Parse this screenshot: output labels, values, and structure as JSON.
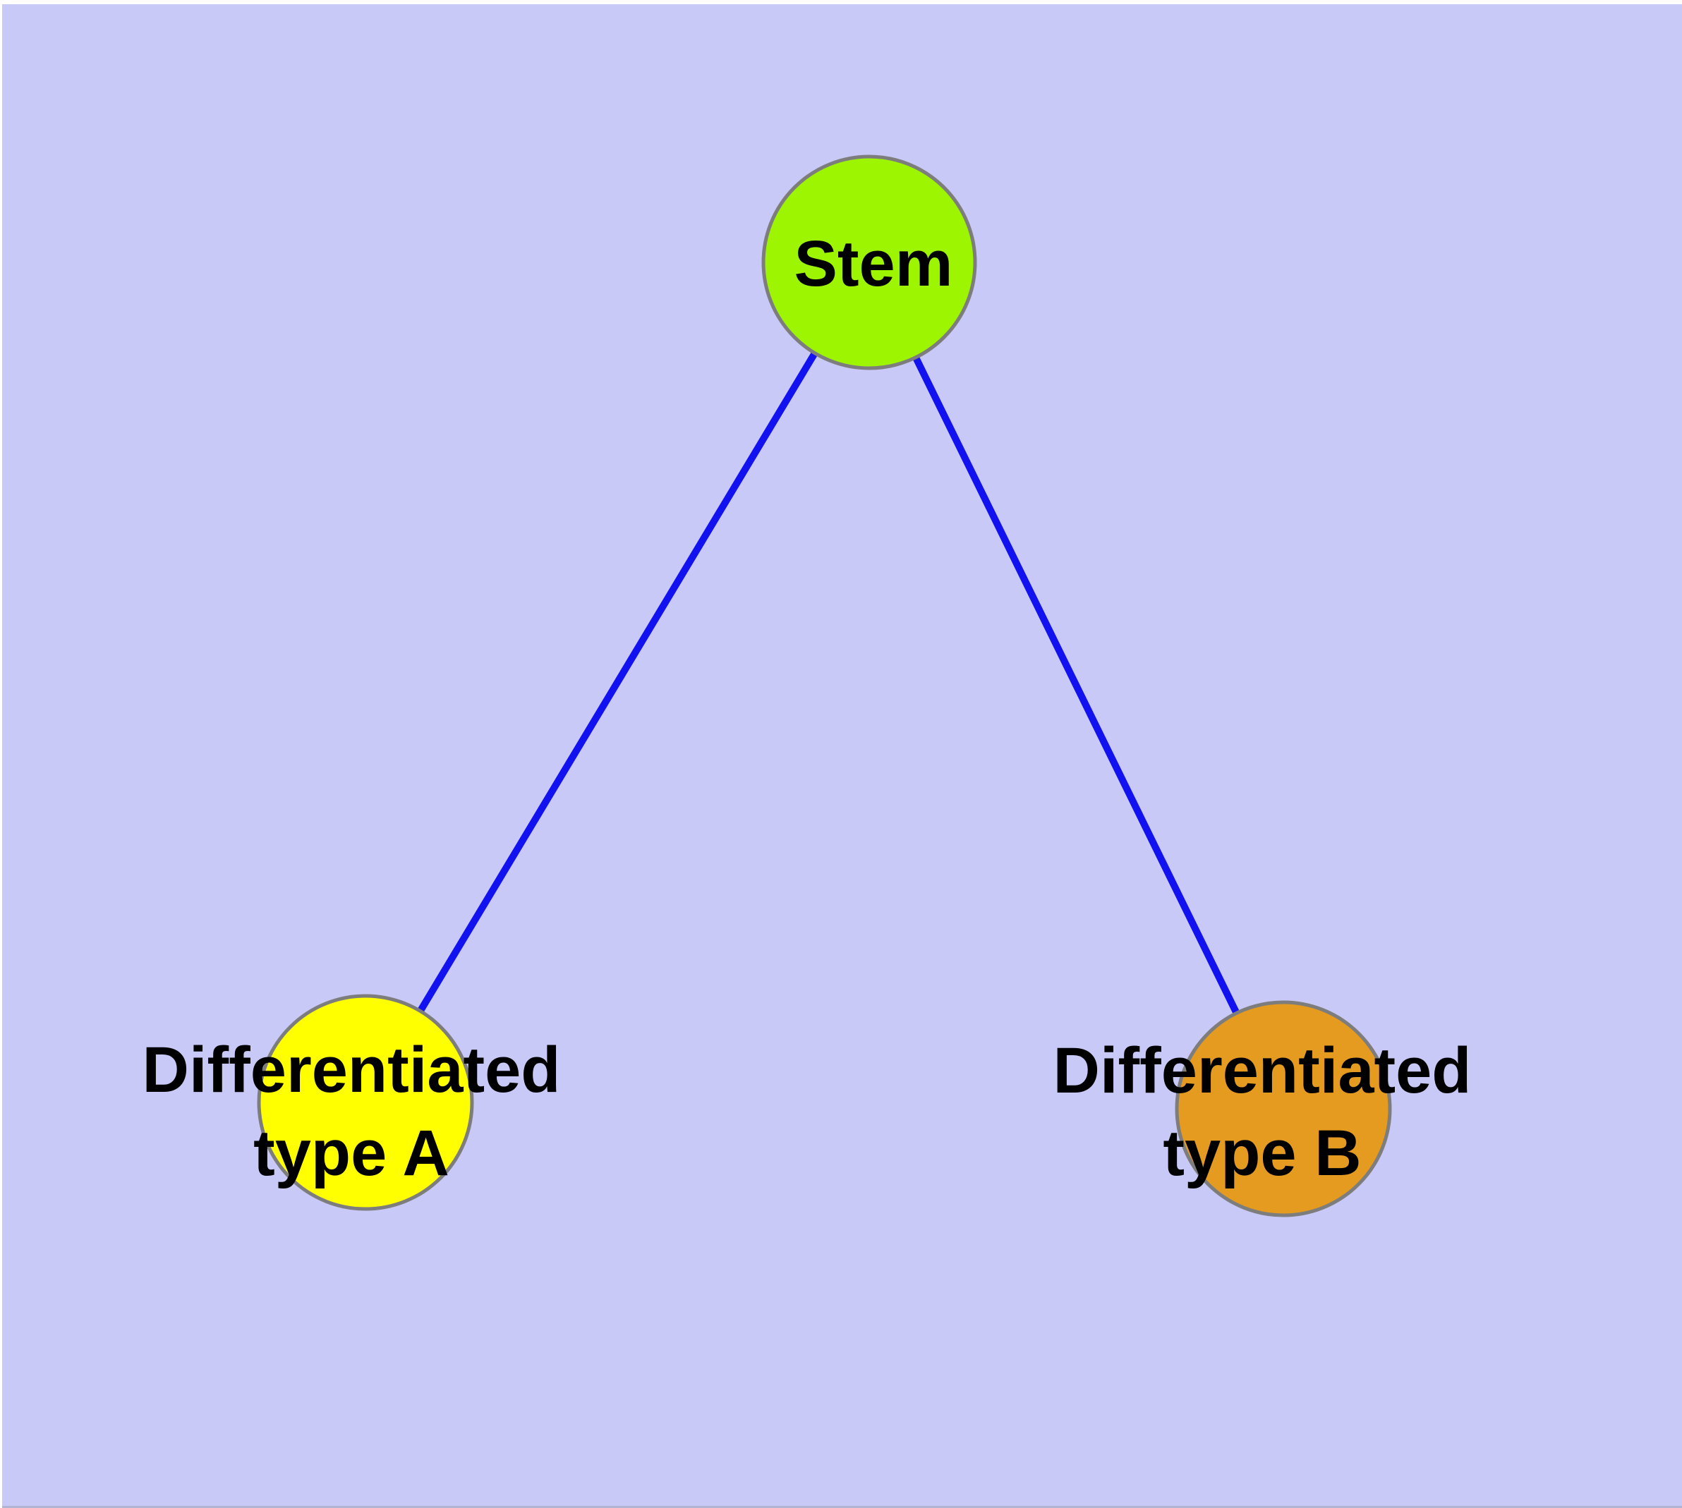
{
  "canvas": {
    "background_color": "#C9C9F8",
    "margin_color": "#FFFFFF",
    "bottom_edge_color": "#B3B3D4"
  },
  "edge_style": {
    "color": "#1212F0"
  },
  "nodes": {
    "stem": {
      "id": "stem",
      "label": "Stem",
      "fill": "#9EF502",
      "stroke": "#7D7D7D"
    },
    "type_a": {
      "id": "type_a",
      "label": "Differentiated type A",
      "lines": [
        "Differentiated",
        "type A"
      ],
      "fill": "#FFFF00",
      "stroke": "#7D7D7D"
    },
    "type_b": {
      "id": "type_b",
      "label": "Differentiated type B",
      "lines": [
        "Differentiated",
        "type B"
      ],
      "fill": "#E59A20",
      "stroke": "#7D7D7D"
    }
  },
  "edges": [
    {
      "source": "Stem",
      "target": "Differentiated type A"
    },
    {
      "source": "Stem",
      "target": "Differentiated type B"
    }
  ]
}
